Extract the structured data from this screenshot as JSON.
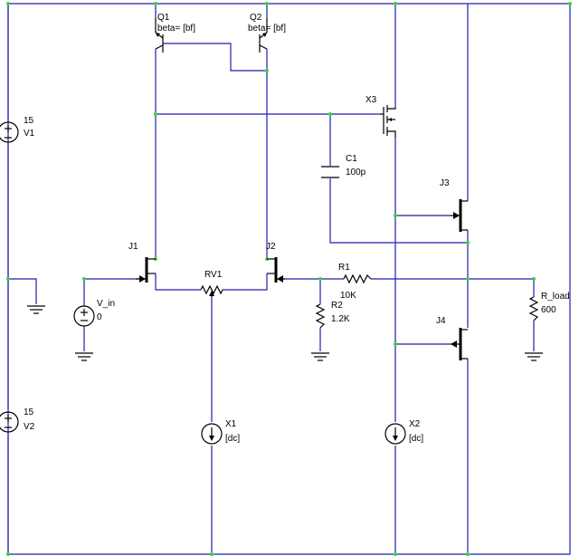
{
  "colors": {
    "wire": "#1f1fb4",
    "node": "#3bd13b",
    "symbol": "#000000",
    "background": "#ffffff"
  },
  "components": {
    "Q1": {
      "ref": "Q1",
      "value": "beta= [bf]"
    },
    "Q2": {
      "ref": "Q2",
      "value": "beta= [bf]"
    },
    "X3": {
      "ref": "X3"
    },
    "C1": {
      "ref": "C1",
      "value": "100p"
    },
    "J3": {
      "ref": "J3"
    },
    "J1": {
      "ref": "J1"
    },
    "J2": {
      "ref": "J2"
    },
    "RV1": {
      "ref": "RV1"
    },
    "R1": {
      "ref": "R1",
      "value": "10K"
    },
    "R2": {
      "ref": "R2",
      "value": "1.2K"
    },
    "R_load": {
      "ref": "R_load",
      "value": "600"
    },
    "J4": {
      "ref": "J4"
    },
    "V_in": {
      "ref": "V_in",
      "value": "0"
    },
    "V1": {
      "ref": "V1",
      "value": "15"
    },
    "V2": {
      "ref": "V2",
      "value": "15"
    },
    "X1": {
      "ref": "X1",
      "value": "[dc]"
    },
    "X2": {
      "ref": "X2",
      "value": "[dc]"
    }
  }
}
